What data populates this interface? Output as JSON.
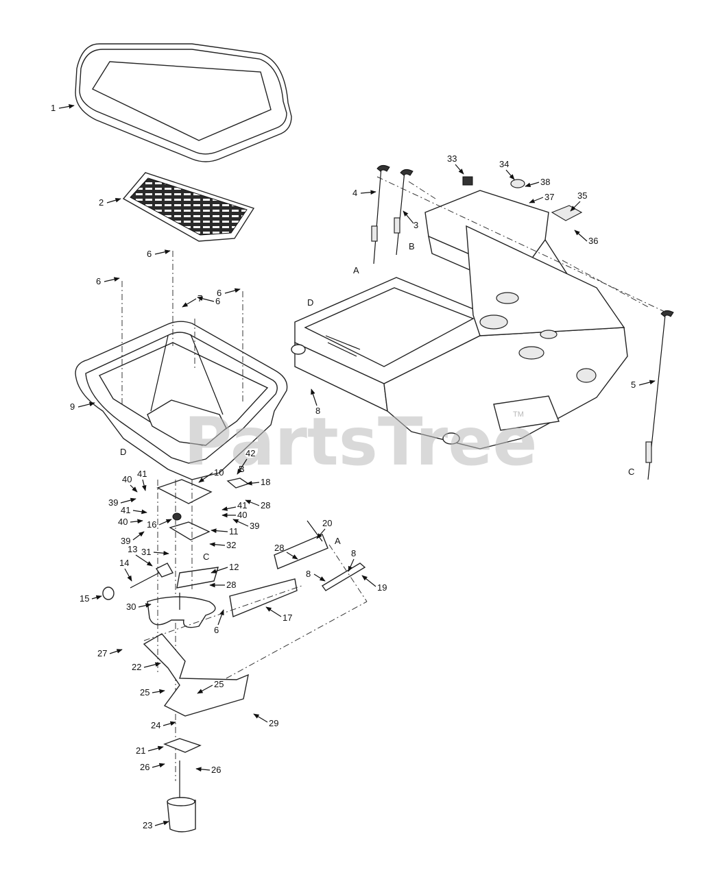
{
  "watermark": {
    "text": "PartsTree",
    "trademark": "TM"
  },
  "callouts": [
    "1",
    "2",
    "3",
    "4",
    "5",
    "6",
    "6",
    "6",
    "6",
    "6",
    "7",
    "8",
    "8",
    "8",
    "9",
    "10",
    "11",
    "12",
    "13",
    "14",
    "15",
    "16",
    "17",
    "18",
    "19",
    "20",
    "21",
    "22",
    "23",
    "24",
    "25",
    "25",
    "26",
    "26",
    "27",
    "28",
    "28",
    "28",
    "29",
    "30",
    "31",
    "32",
    "33",
    "34",
    "35",
    "36",
    "37",
    "38",
    "39",
    "39",
    "39",
    "40",
    "40",
    "40",
    "41",
    "41",
    "41",
    "42"
  ],
  "reference_letters": [
    "A",
    "A",
    "B",
    "B",
    "C",
    "C",
    "D",
    "D"
  ]
}
